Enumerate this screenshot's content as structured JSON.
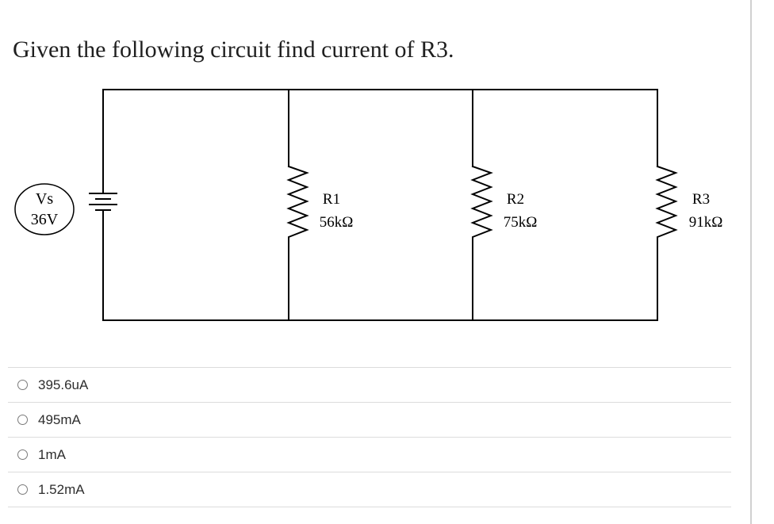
{
  "question": {
    "text": "Given the following circuit find current of R3."
  },
  "circuit": {
    "source": {
      "name": "Vs",
      "value": "36V"
    },
    "resistors": [
      {
        "name": "R1",
        "value": "56kΩ"
      },
      {
        "name": "R2",
        "value": "75kΩ"
      },
      {
        "name": "R3",
        "value": "91kΩ"
      }
    ]
  },
  "choices": [
    {
      "label": "395.6uA"
    },
    {
      "label": "495mA"
    },
    {
      "label": "1mA"
    },
    {
      "label": "1.52mA"
    }
  ]
}
